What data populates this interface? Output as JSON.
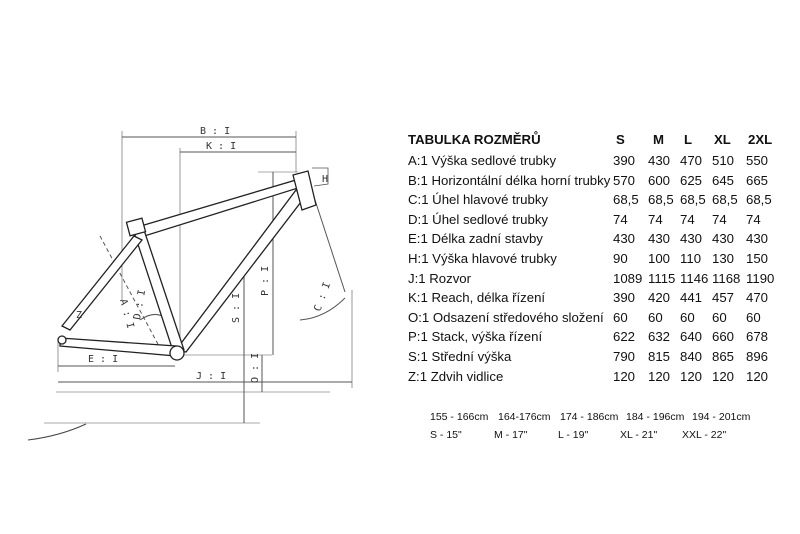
{
  "drawing_labels": {
    "b": "B : I",
    "k": "K : I",
    "p": "P : I",
    "s": "S : I",
    "a": "A : I",
    "d": "D : I",
    "c": "C : I",
    "e": "E : I",
    "j": "J : I",
    "o": "O : I",
    "h": "H",
    "z": "Z"
  },
  "table": {
    "title": "TABULKA ROZMĚRŮ",
    "sizes": [
      "S",
      "M",
      "L",
      "XL",
      "2XL"
    ],
    "rows": [
      {
        "label": "A:1 Výška sedlové trubky",
        "values": [
          "390",
          "430",
          "470",
          "510",
          "550"
        ]
      },
      {
        "label": "B:1 Horizontální délka horní trubky",
        "values": [
          "570",
          "600",
          "625",
          "645",
          "665"
        ]
      },
      {
        "label": "C:1 Úhel hlavové trubky",
        "values": [
          "68,5",
          "68,5",
          "68,5",
          "68,5",
          "68,5"
        ]
      },
      {
        "label": "D:1 Úhel sedlové trubky",
        "values": [
          "74",
          "74",
          "74",
          "74",
          "74"
        ]
      },
      {
        "label": "E:1 Délka zadní stavby",
        "values": [
          "430",
          "430",
          "430",
          "430",
          "430"
        ]
      },
      {
        "label": "H:1 Výška hlavové trubky",
        "values": [
          "90",
          "100",
          "110",
          "130",
          "150"
        ]
      },
      {
        "label": "J:1 Rozvor",
        "values": [
          "1089",
          "1115",
          "1146",
          "1168",
          "1190"
        ]
      },
      {
        "label": "K:1 Reach, délka řízení",
        "values": [
          "390",
          "420",
          "441",
          "457",
          "470"
        ]
      },
      {
        "label": "O:1 Odsazení středového složení",
        "values": [
          "60",
          "60",
          "60",
          "60",
          "60"
        ]
      },
      {
        "label": "P:1 Stack, výška řízení",
        "values": [
          "622",
          "632",
          "640",
          "660",
          "678"
        ]
      },
      {
        "label": "S:1 Střední výška",
        "values": [
          "790",
          "815",
          "840",
          "865",
          "896"
        ]
      },
      {
        "label": "Z:1 Zdvih vidlice",
        "values": [
          "120",
          "120",
          "120",
          "120",
          "120"
        ]
      }
    ]
  },
  "size_guide": {
    "heights": [
      "155 - 166cm",
      "164-176cm",
      "174 - 186cm",
      "184 - 196cm",
      "194 - 201cm"
    ],
    "frames": [
      "S - 15\"",
      "M - 17\"",
      "L - 19\"",
      "XL - 21\"",
      "XXL - 22\""
    ]
  }
}
